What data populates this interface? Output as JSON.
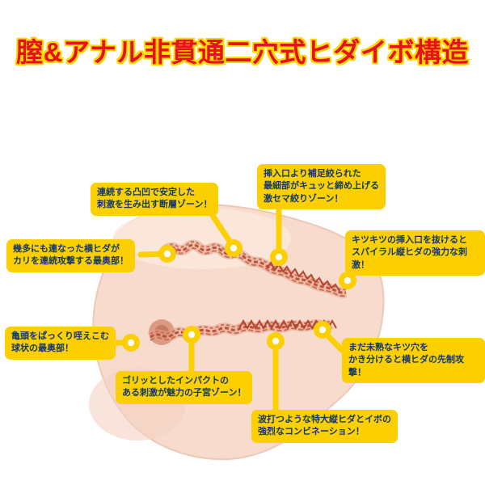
{
  "title": "膣&アナル非貫通二穴式ヒダイボ構造",
  "colors": {
    "title_red": "#e8101c",
    "outline_yellow": "#ffd800",
    "callout_bg": "#fccf00",
    "callout_text": "#14386e",
    "flesh": "#f7dccd",
    "texture_red": "#c05138"
  },
  "callouts": [
    {
      "name": "dansou-zone",
      "text": "連続する凸凹で安定した\n刺激を生み出す断層ゾーン！"
    },
    {
      "name": "gekisema-shibori-zone",
      "text": "挿入口より補足絞られた\n最細部がキュッと締め上げる\n激セマ絞りゾーン！"
    },
    {
      "name": "spiral-tate-hida",
      "text": "キツキツの挿入口を抜けると\nスパイラル縦ヒダの強力な刺激！"
    },
    {
      "name": "yoko-hida-saiokubu",
      "text": "幾多にも連なった横ヒダが\nカリを連続攻撃する最奥部！"
    },
    {
      "name": "kyuujou-saiokubu",
      "text": "亀頭をぱっくり咥えこむ\n球状の最奥部！"
    },
    {
      "name": "shikyuu-zone",
      "text": "ゴリッとしたインパクトの\nある刺激が魅力の子宮ゾーン！"
    },
    {
      "name": "sensei-kougeki",
      "text": "まだ未熟なキツ穴を\nかき分けると横ヒダの先制攻撃！"
    },
    {
      "name": "combination",
      "text": "波打つような特大縦ヒダとイボの\n強烈なコンビネーション！"
    }
  ]
}
